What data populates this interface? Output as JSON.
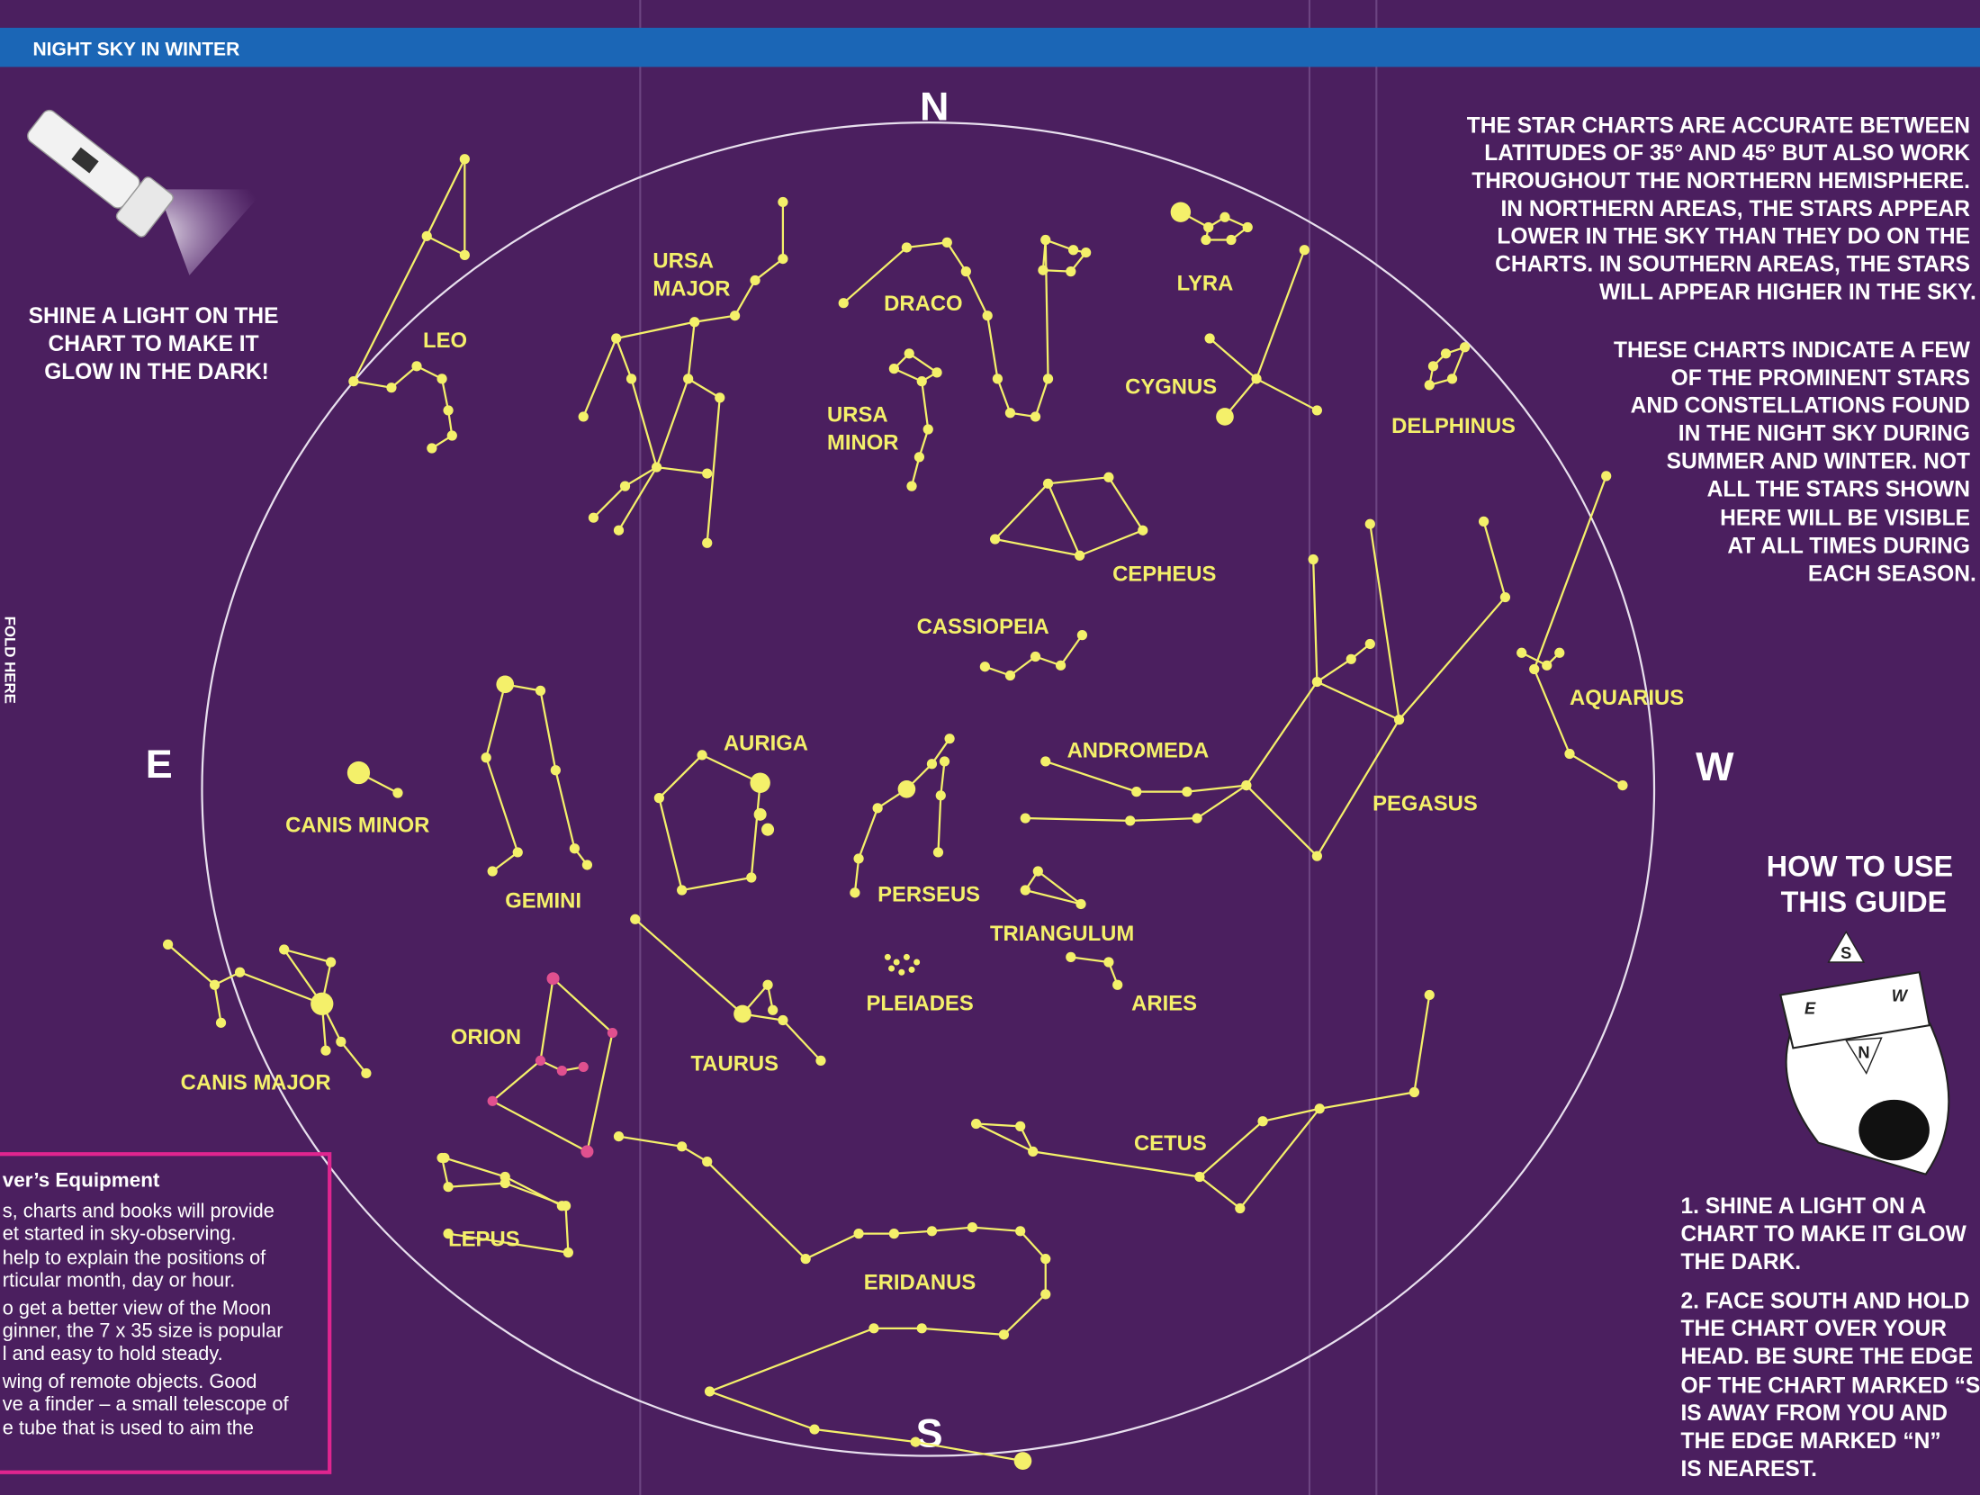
{
  "header": {
    "title": "NIGHT SKY IN WINTER",
    "bar_color": "#1b66b6"
  },
  "colors": {
    "background": "#4b1f5f",
    "stars": "#f4f06a",
    "orion": "#e0508f",
    "box_border": "#e0258f"
  },
  "intro": {
    "lines": [
      "SHINE A LIGHT ON THE",
      "CHART TO MAKE IT",
      "GLOW IN THE DARK!"
    ]
  },
  "fold_label": "FOLD HERE",
  "directions": {
    "north": "N",
    "south": "S",
    "east": "E",
    "west": "W"
  },
  "constellations": {
    "leo": "LEO",
    "ursa_major": [
      "URSA",
      "MAJOR"
    ],
    "draco": "DRACO",
    "lyra": "LYRA",
    "cygnus": "CYGNUS",
    "delphinus": "DELPHINUS",
    "ursa_minor": [
      "URSA",
      "MINOR"
    ],
    "cepheus": "CEPHEUS",
    "cassiopeia": "CASSIOPEIA",
    "auriga": "AURIGA",
    "andromeda": "ANDROMEDA",
    "aquarius": "AQUARIUS",
    "pegasus": "PEGASUS",
    "canis_minor": "CANIS MINOR",
    "gemini": "GEMINI",
    "perseus": "PERSEUS",
    "triangulum": "TRIANGULUM",
    "pleiades": "PLEIADES",
    "aries": "ARIES",
    "orion": "ORION",
    "taurus": "TAURUS",
    "canis_major": "CANIS MAJOR",
    "cetus": "CETUS",
    "lepus": "LEPUS",
    "eridanus": "ERIDANUS"
  },
  "info": {
    "paragraph1": [
      "THE STAR CHARTS ARE ACCURATE BETWEEN",
      "LATITUDES OF 35° AND 45° BUT ALSO WORK",
      "THROUGHOUT THE NORTHERN HEMISPHERE.",
      "IN NORTHERN AREAS, THE STARS APPEAR",
      "LOWER IN THE SKY THAN THEY DO ON THE",
      "CHARTS. IN SOUTHERN AREAS, THE STARS",
      "WILL APPEAR HIGHER IN THE SKY."
    ],
    "paragraph2": [
      "THESE CHARTS INDICATE A FEW",
      "OF THE PROMINENT STARS",
      "AND CONSTELLATIONS FOUND",
      "IN THE NIGHT SKY DURING",
      "SUMMER AND WINTER. NOT",
      "ALL THE STARS SHOWN",
      "HERE WILL BE VISIBLE",
      "AT ALL TIMES DURING",
      "EACH SEASON."
    ]
  },
  "how_to": {
    "title": [
      "HOW TO USE",
      "THIS GUIDE"
    ],
    "figure_labels": {
      "s": "S",
      "e": "E",
      "w": "W",
      "n": "N"
    },
    "step1": [
      "1. SHINE A LIGHT ON A",
      "CHART TO MAKE IT GLOW",
      "THE DARK."
    ],
    "step2": [
      "2. FACE SOUTH AND HOLD",
      "THE CHART OVER YOUR",
      "HEAD. BE SURE THE EDGE",
      "OF THE CHART MARKED “S",
      "IS AWAY FROM YOU AND",
      "THE EDGE MARKED “N”",
      "IS NEAREST."
    ]
  },
  "equipment": {
    "title": "ver’s Equipment",
    "lines": [
      "s, charts and books will provide",
      "et started in sky-observing.",
      "help to explain the positions of",
      "rticular month, day or hour.",
      "o get a better view of the Moon",
      "ginner, the 7 x 35 size is popular",
      "l and easy to hold steady.",
      "wing of remote objects. Good",
      "ve a finder – a small telescope of",
      "e tube that is used to aim the"
    ]
  }
}
